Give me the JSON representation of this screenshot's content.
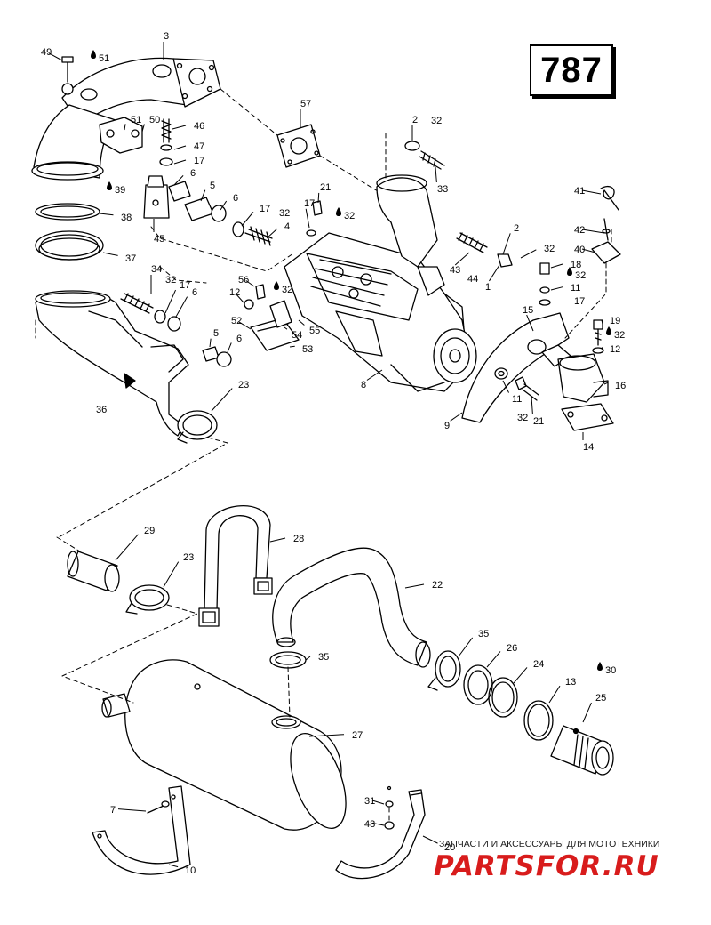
{
  "page_number": "787",
  "branding": {
    "tagline": "ЗАПЧАСТИ И АКСЕССУАРЫ ДЛЯ МОТОТЕХНИКИ",
    "logo": "PARTSFOR.RU",
    "logo_color": "#d81c1c"
  },
  "callouts": [
    {
      "label": "3",
      "drop": false
    },
    {
      "label": "49",
      "drop": false
    },
    {
      "label": "51",
      "drop": true
    },
    {
      "label": "51",
      "drop": false
    },
    {
      "label": "50",
      "drop": false
    },
    {
      "label": "46",
      "drop": false
    },
    {
      "label": "47",
      "drop": false
    },
    {
      "label": "17",
      "drop": false
    },
    {
      "label": "6",
      "drop": false
    },
    {
      "label": "5",
      "drop": false
    },
    {
      "label": "6",
      "drop": false
    },
    {
      "label": "17",
      "drop": false
    },
    {
      "label": "32",
      "drop": false
    },
    {
      "label": "4",
      "drop": false
    },
    {
      "label": "39",
      "drop": true
    },
    {
      "label": "38",
      "drop": false
    },
    {
      "label": "37",
      "drop": false
    },
    {
      "label": "45",
      "drop": false
    },
    {
      "label": "57",
      "drop": false
    },
    {
      "label": "2",
      "drop": false
    },
    {
      "label": "32",
      "drop": false
    },
    {
      "label": "33",
      "drop": false
    },
    {
      "label": "21",
      "drop": false
    },
    {
      "label": "17",
      "drop": false
    },
    {
      "label": "32",
      "drop": true
    },
    {
      "label": "41",
      "drop": false
    },
    {
      "label": "42",
      "drop": false
    },
    {
      "label": "40",
      "drop": false
    },
    {
      "label": "2",
      "drop": false
    },
    {
      "label": "32",
      "drop": false
    },
    {
      "label": "43",
      "drop": false
    },
    {
      "label": "44",
      "drop": false
    },
    {
      "label": "1",
      "drop": false
    },
    {
      "label": "18",
      "drop": false
    },
    {
      "label": "32",
      "drop": true
    },
    {
      "label": "11",
      "drop": false
    },
    {
      "label": "17",
      "drop": false
    },
    {
      "label": "34",
      "drop": false
    },
    {
      "label": "32",
      "drop": false
    },
    {
      "label": "17",
      "drop": false
    },
    {
      "label": "6",
      "drop": false
    },
    {
      "label": "56",
      "drop": false
    },
    {
      "label": "12",
      "drop": false
    },
    {
      "label": "32",
      "drop": true
    },
    {
      "label": "52",
      "drop": false
    },
    {
      "label": "54",
      "drop": false
    },
    {
      "label": "55",
      "drop": false
    },
    {
      "label": "53",
      "drop": false
    },
    {
      "label": "15",
      "drop": false
    },
    {
      "label": "19",
      "drop": false
    },
    {
      "label": "32",
      "drop": true
    },
    {
      "label": "12",
      "drop": false
    },
    {
      "label": "5",
      "drop": false
    },
    {
      "label": "6",
      "drop": false
    },
    {
      "label": "8",
      "drop": false
    },
    {
      "label": "16",
      "drop": false
    },
    {
      "label": "11",
      "drop": false
    },
    {
      "label": "32",
      "drop": false
    },
    {
      "label": "21",
      "drop": false
    },
    {
      "label": "23",
      "drop": false
    },
    {
      "label": "36",
      "drop": false
    },
    {
      "label": "9",
      "drop": false
    },
    {
      "label": "14",
      "drop": false
    },
    {
      "label": "28",
      "drop": false
    },
    {
      "label": "29",
      "drop": false
    },
    {
      "label": "23",
      "drop": false
    },
    {
      "label": "22",
      "drop": false
    },
    {
      "label": "35",
      "drop": false
    },
    {
      "label": "35",
      "drop": false
    },
    {
      "label": "26",
      "drop": false
    },
    {
      "label": "24",
      "drop": false
    },
    {
      "label": "30",
      "drop": true
    },
    {
      "label": "13",
      "drop": false
    },
    {
      "label": "25",
      "drop": false
    },
    {
      "label": "27",
      "drop": false
    },
    {
      "label": "7",
      "drop": false
    },
    {
      "label": "31",
      "drop": false
    },
    {
      "label": "48",
      "drop": false
    },
    {
      "label": "20",
      "drop": false
    },
    {
      "label": "10",
      "drop": false
    }
  ]
}
